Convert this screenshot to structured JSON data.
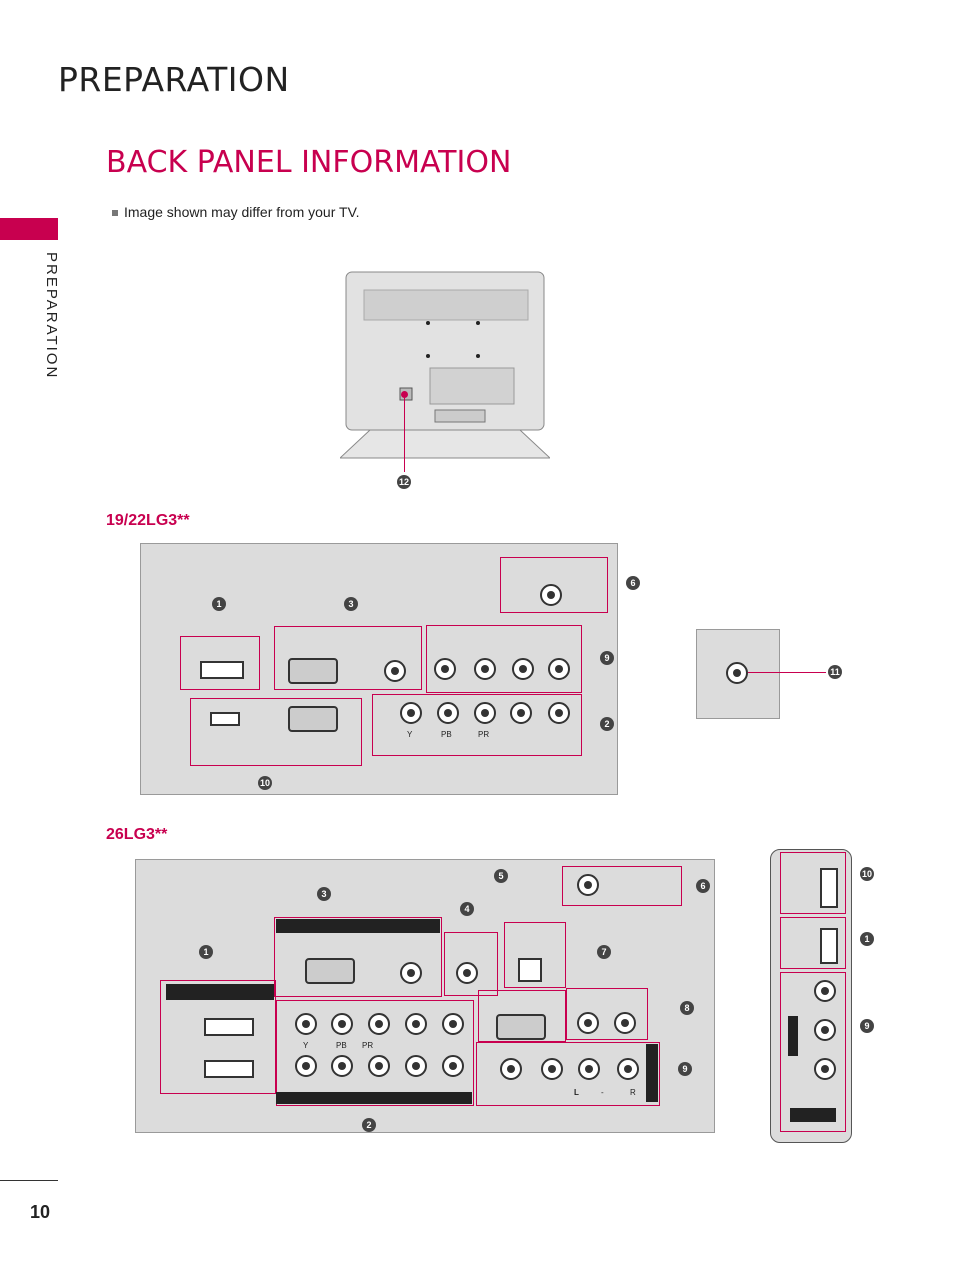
{
  "header": {
    "title": "PREPARATION"
  },
  "section": {
    "title": "BACK PANEL INFORMATION",
    "note": "Image shown may differ from your TV."
  },
  "side_tab": {
    "label": "PREPARATION"
  },
  "models": {
    "first": "19/22LG3**",
    "second": "26LG3**"
  },
  "callouts": [
    "1",
    "2",
    "3",
    "4",
    "5",
    "6",
    "7",
    "8",
    "9",
    "10",
    "11",
    "12"
  ],
  "labels": {
    "y": "Y",
    "pb": "PB",
    "pr": "PR",
    "l": "L",
    "r": "R",
    "dash": "-"
  },
  "footer": {
    "page_number": "10"
  }
}
